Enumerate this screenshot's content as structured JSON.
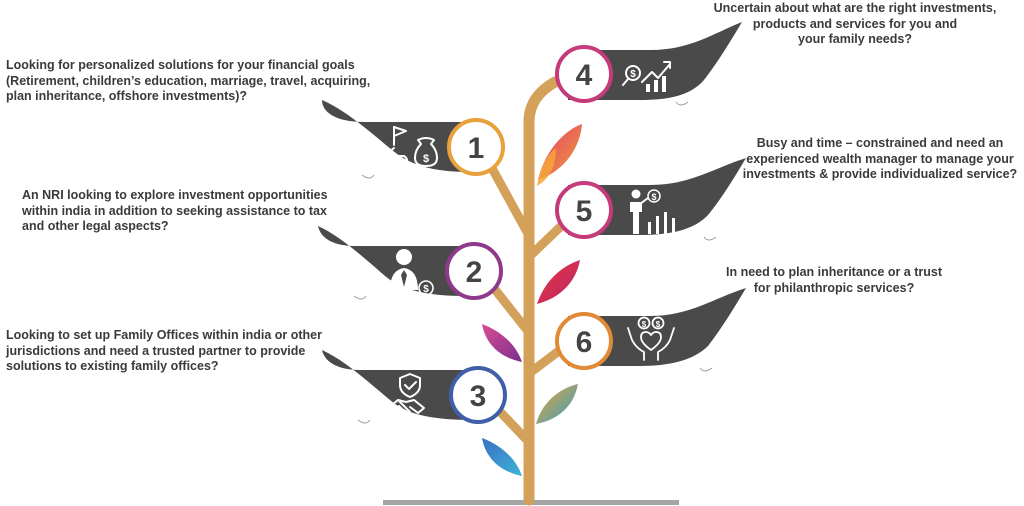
{
  "colors": {
    "stem": "#d3a15a",
    "leaf": "#4a4a4a",
    "badge_fill": "#ffffff",
    "badge_number": "#444444",
    "ground": "#a5a5a5",
    "ring_1": "#e8a13c",
    "ring_2": "#8e3a8a",
    "ring_3": "#3f5fa8",
    "ring_4": "#c43a7a",
    "ring_5": "#c43a7a",
    "ring_6": "#e08a36"
  },
  "items": [
    {
      "number": "1",
      "icon": "flag-path-money-icon",
      "text": "Looking for personalized solutions for your financial goals\n(Retirement, children’s education, marriage, travel, acquiring,\nplan inheritance, offshore investments)?"
    },
    {
      "number": "2",
      "icon": "business-person-dollar-icon",
      "text": "An NRI looking to explore investment opportunities\nwithin india in addition to seeking assistance to tax\nand other legal aspects?"
    },
    {
      "number": "3",
      "icon": "shield-handshake-icon",
      "text": "Looking to set up Family Offices within india or other\njurisdictions and need a trusted partner to provide\nsolutions to existing family offices?"
    },
    {
      "number": "4",
      "icon": "growth-chart-dollar-icon",
      "text": "Uncertain about what are the right investments,\nproducts and services for you and\nyour family needs?"
    },
    {
      "number": "5",
      "icon": "presenter-chart-icon",
      "text": "Busy and time – constrained and need an\nexperienced wealth manager to manage your\ninvestments & provide individualized service?"
    },
    {
      "number": "6",
      "icon": "hands-heart-coins-icon",
      "text": "In need to plan inheritance or a trust\nfor philanthropic services?"
    }
  ]
}
